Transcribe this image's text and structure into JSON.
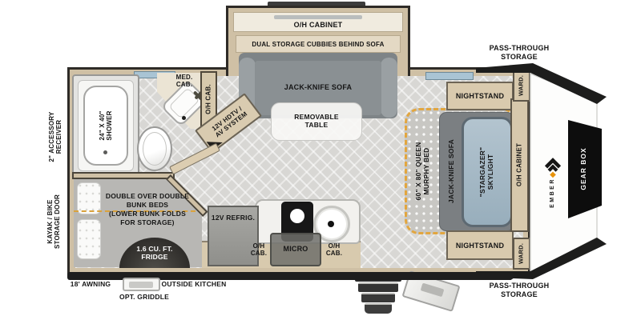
{
  "labels": {
    "slideout": {
      "oh_cabinet": "O/H CABINET",
      "cubbies": "DUAL STORAGE CUBBIES BEHIND SOFA",
      "sofa": "JACK-KNIFE SOFA",
      "table": "REMOVABLE\nTABLE"
    },
    "bath": {
      "shower": "24\" X 40\"\nSHOWER",
      "med_cab": "MED.\nCAB.",
      "oh_cab": "O/H CAB.",
      "av": "12V HDTV /\nAV SYSTEM"
    },
    "bunk": {
      "beds": "DOUBLE OVER DOUBLE\nBUNK BEDS\n(LOWER BUNK FOLDS\nFOR STORAGE)",
      "fridge": "1.6 CU. FT.\nFRIDGE"
    },
    "kitchen": {
      "refrig": "12V REFRIG.",
      "oh_cab_left": "O/H\nCAB.",
      "micro": "MICRO",
      "oh_cab_right": "O/H\nCAB."
    },
    "bedroom": {
      "nightstand_top": "NIGHTSTAND",
      "nightstand_bottom": "NIGHTSTAND",
      "murphy": "60\" X 80\" QUEEN\nMURPHY BED",
      "sofa": "JACK-KNIFE SOFA",
      "skylight": "\"STARGAZER\"\nSKYLIGHT",
      "oh_cabinet": "O/H CABINET",
      "ward_top": "WARD.",
      "ward_bottom": "WARD."
    },
    "front": {
      "brand": "EMBER",
      "gear_box": "GEAR BOX"
    },
    "exterior": {
      "pass_through_top": "PASS-THROUGH\nSTORAGE",
      "pass_through_bottom": "PASS-THROUGH\nSTORAGE",
      "accessory_receiver": "2\" ACCESSORY\nRECEIVER",
      "kayak_door": "KAYAK / BIKE\nSTORAGE DOOR",
      "awning": "18' AWNING",
      "outside_kitchen": "OUTSIDE KITCHEN",
      "opt_griddle": "OPT. GRIDDLE"
    }
  },
  "colors": {
    "wall": "#cfc0a5",
    "wall_edge": "#2e2b27",
    "murphy_dash": "#e2a63f",
    "skylight": "#a7bac7",
    "window": "#a9c4d4",
    "gear_box": "#0d0d0d",
    "logo_accent": "#e8930c"
  }
}
